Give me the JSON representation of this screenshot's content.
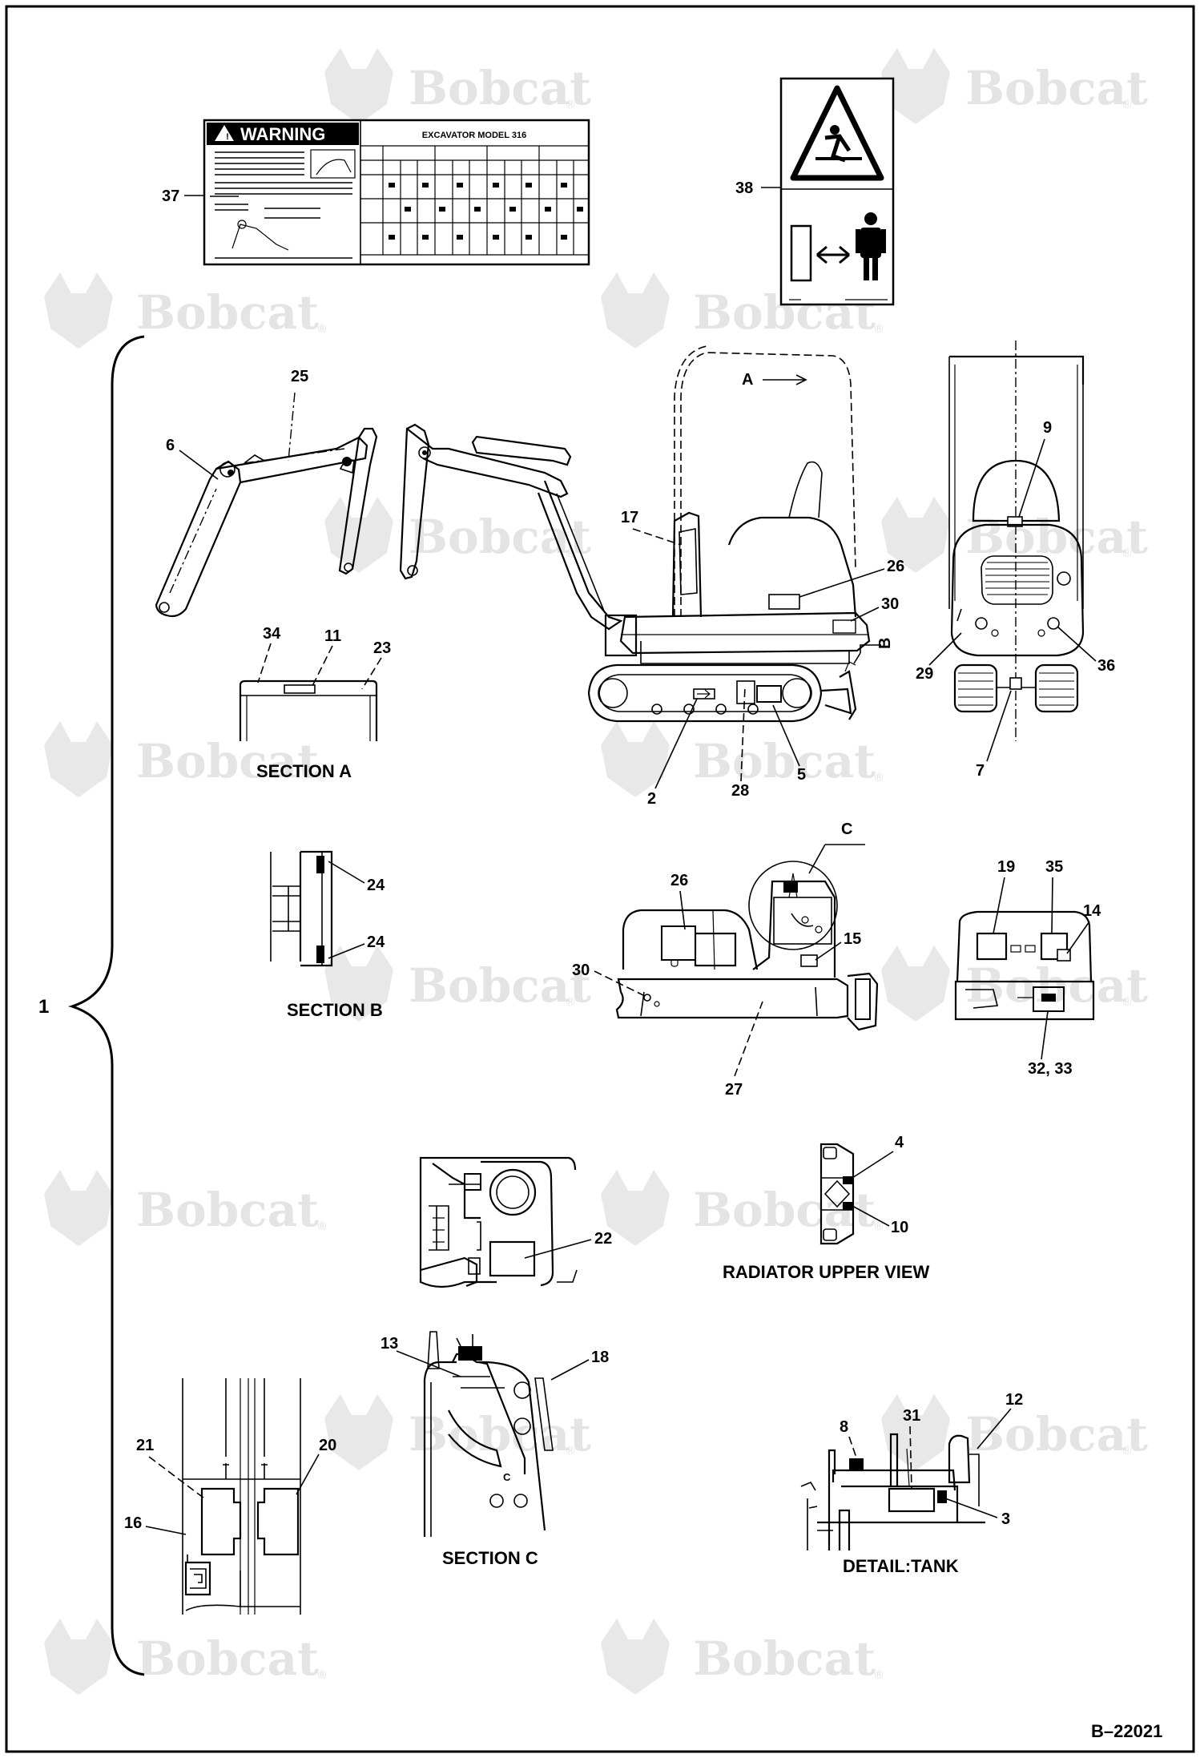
{
  "watermark": {
    "brand": "Bobcat",
    "mark": "®"
  },
  "warning_decal": {
    "callout": "37",
    "warning_title": "WARNING",
    "model_text": "EXCAVATOR MODEL 316"
  },
  "pictorial_decal": {
    "callout": "38"
  },
  "assembly": {
    "callout": "1"
  },
  "views": {
    "section_a": "SECTION A",
    "section_b": "SECTION B",
    "section_c": "SECTION C",
    "radiator_upper_view": "RADIATOR UPPER VIEW",
    "detail_tank": "DETAIL:TANK"
  },
  "view_markers": {
    "a": "A",
    "b": "B",
    "c": "C"
  },
  "callouts": {
    "c25": "25",
    "c6": "6",
    "c17": "17",
    "c26": "26",
    "c30": "30",
    "c9": "9",
    "c29": "29",
    "c36": "36",
    "c7": "7",
    "c34": "34",
    "c11": "11",
    "c23": "23",
    "c2": "2",
    "c28": "28",
    "c5": "5",
    "c24a": "24",
    "c24b": "24",
    "c26b": "26",
    "c15": "15",
    "c30b": "30",
    "c27": "27",
    "c19": "19",
    "c35": "35",
    "c14": "14",
    "c3233": "32, 33",
    "c4": "4",
    "c10": "10",
    "c22": "22",
    "c13": "13",
    "c18": "18",
    "c21": "21",
    "c20": "20",
    "c16": "16",
    "c8": "8",
    "c31": "31",
    "c12": "12",
    "c3": "3"
  },
  "drawing_number": "B–22021"
}
